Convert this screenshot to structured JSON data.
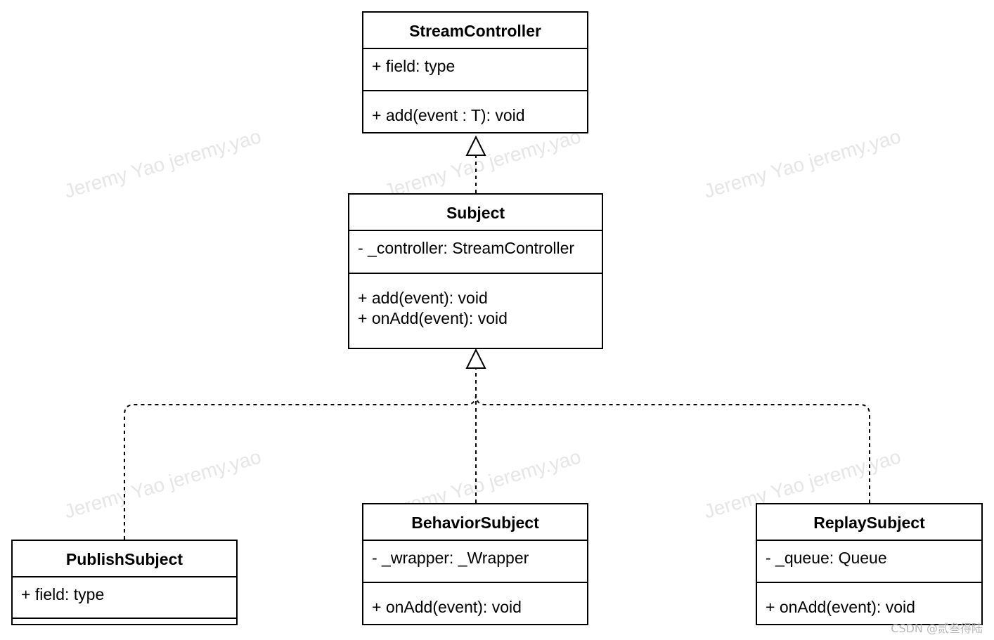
{
  "watermarks": [
    "Jeremy Yao jeremy.yao",
    "Jeremy Yao jeremy.yao",
    "Jeremy Yao jeremy.yao",
    "Jeremy Yao jeremy.yao",
    "Jeremy Yao jeremy.yao",
    "Jeremy Yao jeremy.yao"
  ],
  "classes": {
    "stream_controller": {
      "name": "StreamController",
      "attributes": [
        "+ field: type"
      ],
      "operations": [
        "+ add(event : T): void"
      ]
    },
    "subject": {
      "name": "Subject",
      "attributes": [
        "- _controller: StreamController"
      ],
      "operations": [
        "+ add(event): void",
        "+ onAdd(event): void"
      ]
    },
    "publish_subject": {
      "name": "PublishSubject",
      "attributes": [
        "+ field: type"
      ],
      "operations": []
    },
    "behavior_subject": {
      "name": "BehaviorSubject",
      "attributes": [
        "- _wrapper: _Wrapper"
      ],
      "operations": [
        "+ onAdd(event): void"
      ]
    },
    "replay_subject": {
      "name": "ReplaySubject",
      "attributes": [
        "- _queue: Queue"
      ],
      "operations": [
        "+ onAdd(event): void"
      ]
    }
  },
  "relations": [
    {
      "from": "Subject",
      "to": "StreamController",
      "type": "realization"
    },
    {
      "from": "PublishSubject",
      "to": "Subject",
      "type": "realization"
    },
    {
      "from": "BehaviorSubject",
      "to": "Subject",
      "type": "realization"
    },
    {
      "from": "ReplaySubject",
      "to": "Subject",
      "type": "realization"
    }
  ],
  "credit": "CSDN @贰叁得陆"
}
